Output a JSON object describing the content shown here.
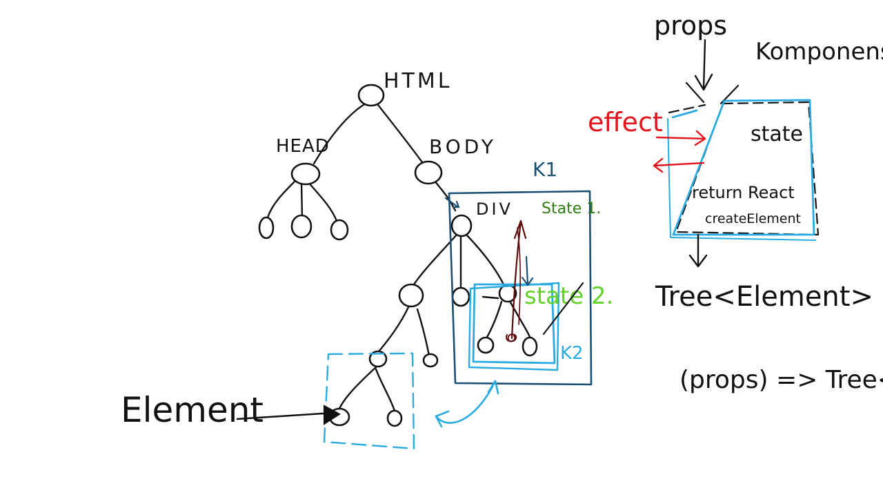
{
  "colors": {
    "ink": "#111111",
    "navy": "#1b4f72",
    "sky": "#29abe2",
    "red": "#e3121b",
    "green_dark": "#2e7d12",
    "green_light": "#63d12a",
    "maroon": "#5c0a0a"
  },
  "tree": {
    "html": "HTML",
    "head": "HEAD",
    "body": "BODY",
    "div": "DIV"
  },
  "components": {
    "k1": "K1",
    "k2": "K2",
    "state1": "State 1.",
    "state2": "state 2."
  },
  "element_label": "Element",
  "component_box": {
    "props": "props",
    "title": "Komponens",
    "effect": "effect",
    "state": "state",
    "return_line1": "return React",
    "return_line2": "createElement",
    "output": "Tree<Element>"
  },
  "formula": "(props) => Tree<E>"
}
